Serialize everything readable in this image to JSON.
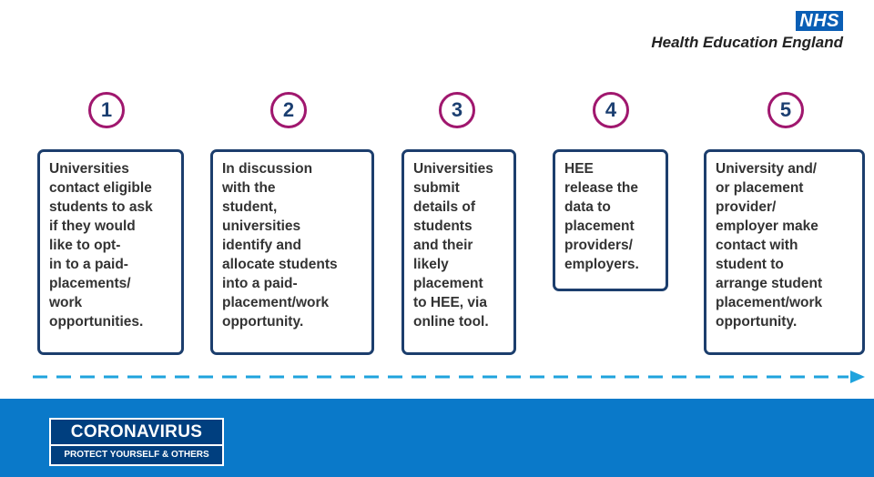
{
  "branding": {
    "nhs_logo": "NHS",
    "organisation": "Health Education England"
  },
  "steps": [
    {
      "number": "1",
      "text": "Universities\ncontact eligible\nstudents to ask\nif they would\nlike to opt-\nin to a paid-\nplacements/\nwork\nopportunities."
    },
    {
      "number": "2",
      "text": "In discussion\nwith the\nstudent,\nuniversities\nidentify and\nallocate students\ninto a paid-\nplacement/work\nopportunity."
    },
    {
      "number": "3",
      "text": "Universities\nsubmit\ndetails of\nstudents\nand their\nlikely\nplacement\nto HEE, via\nonline tool."
    },
    {
      "number": "4",
      "text": "HEE\nrelease the\ndata to\nplacement\nproviders/\nemployers."
    },
    {
      "number": "5",
      "text": "University and/\nor placement\nprovider/\nemployer make\ncontact with\nstudent to\narrange student\nplacement/work\nopportunity."
    }
  ],
  "campaign": {
    "title": "CORONAVIRUS",
    "subtitle": "PROTECT YOURSELF & OTHERS"
  },
  "colors": {
    "circle_border": "#a0176e",
    "box_border": "#1c3e6d",
    "arrow": "#1fa3dd",
    "banner": "#0a79c9",
    "nhs_blue": "#0a5eb5"
  },
  "icons": {
    "flow_arrow": "dashed-arrow-right-icon"
  }
}
